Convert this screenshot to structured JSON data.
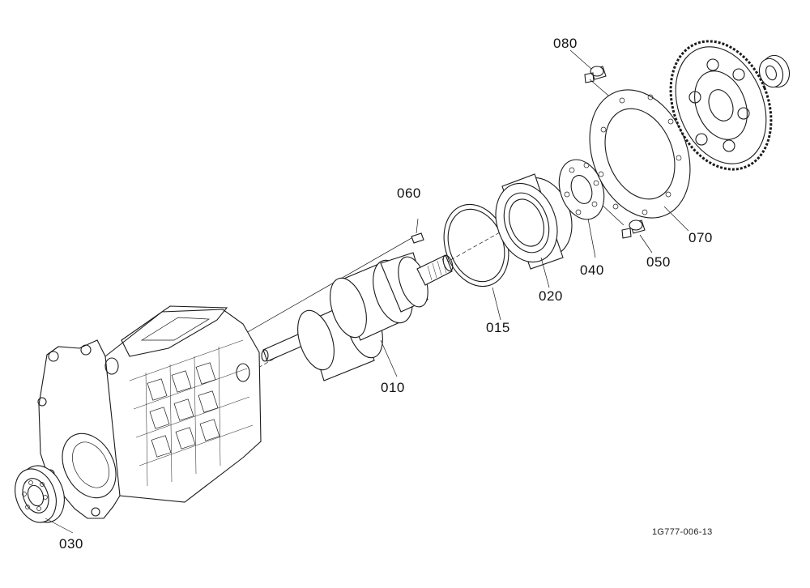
{
  "diagram": {
    "part_labels": [
      {
        "id": "p080",
        "text": "080"
      },
      {
        "id": "p060",
        "text": "060"
      },
      {
        "id": "p070",
        "text": "070"
      },
      {
        "id": "p050",
        "text": "050"
      },
      {
        "id": "p040",
        "text": "040"
      },
      {
        "id": "p020",
        "text": "020"
      },
      {
        "id": "p015",
        "text": "015"
      },
      {
        "id": "p010",
        "text": "010"
      },
      {
        "id": "p030",
        "text": "030"
      }
    ],
    "drawing_code": "1G777-006-13"
  }
}
